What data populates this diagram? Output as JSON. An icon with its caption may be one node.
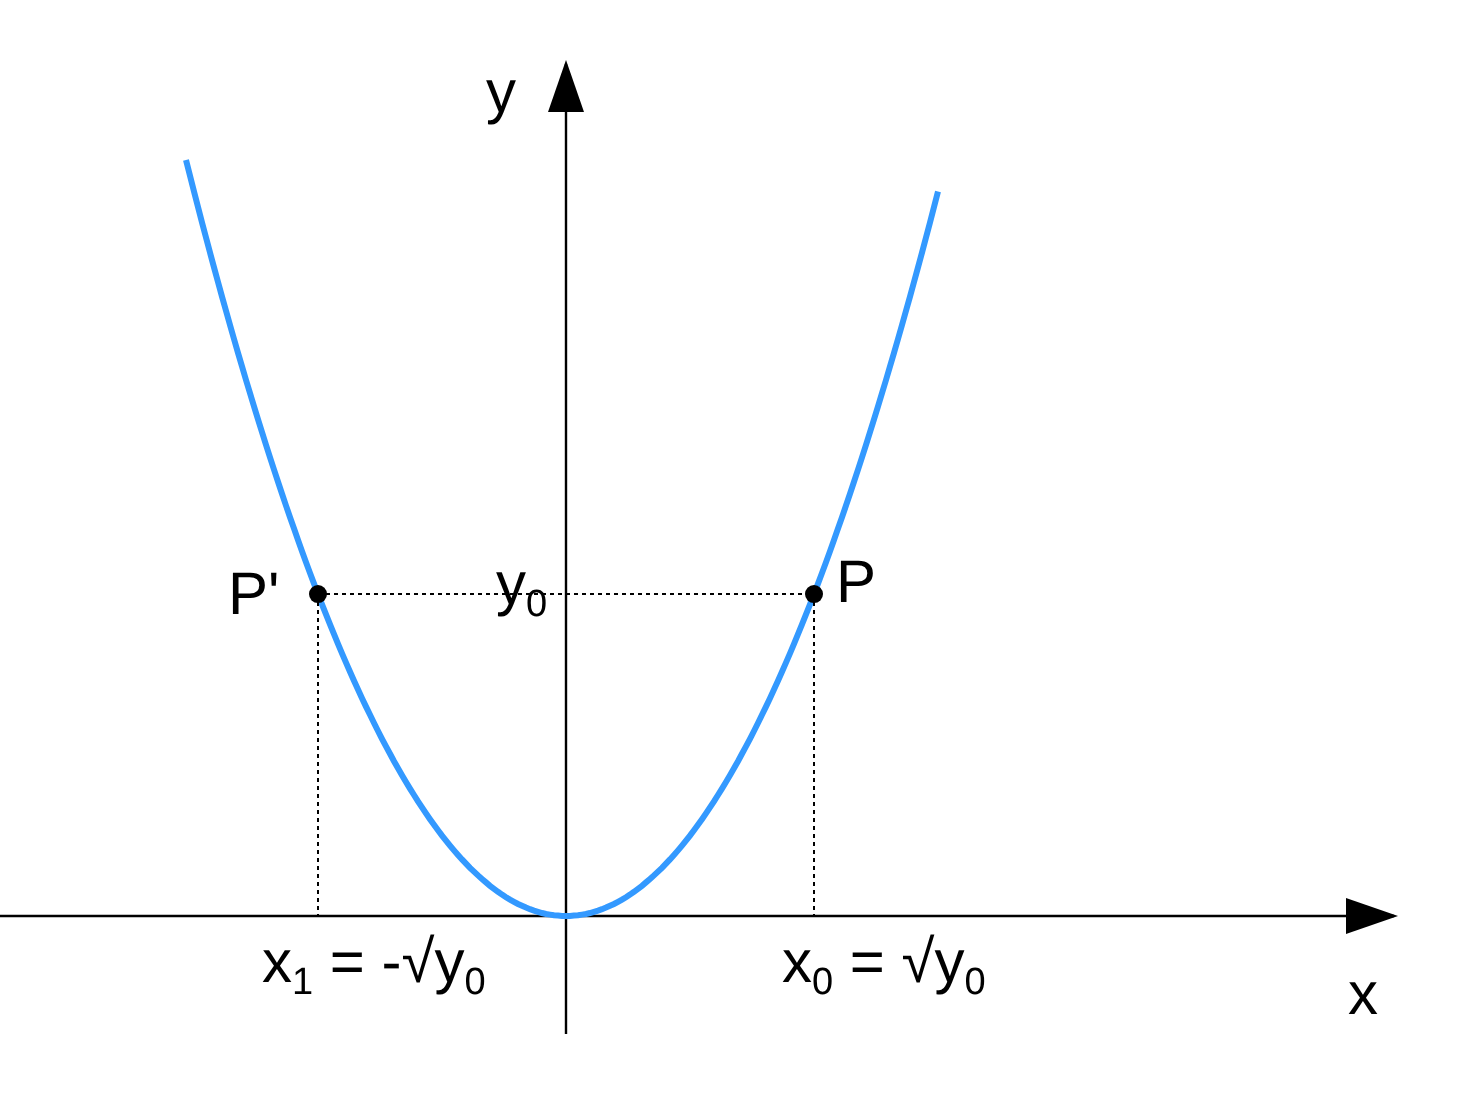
{
  "diagram": {
    "labels": [
      "y",
      "P'",
      "y$_{0}$",
      "P",
      "x$_{1}$ = -√y$_{0}$",
      "x$_{0}$ = √y$_{0}$",
      "x"
    ]
  }
}
